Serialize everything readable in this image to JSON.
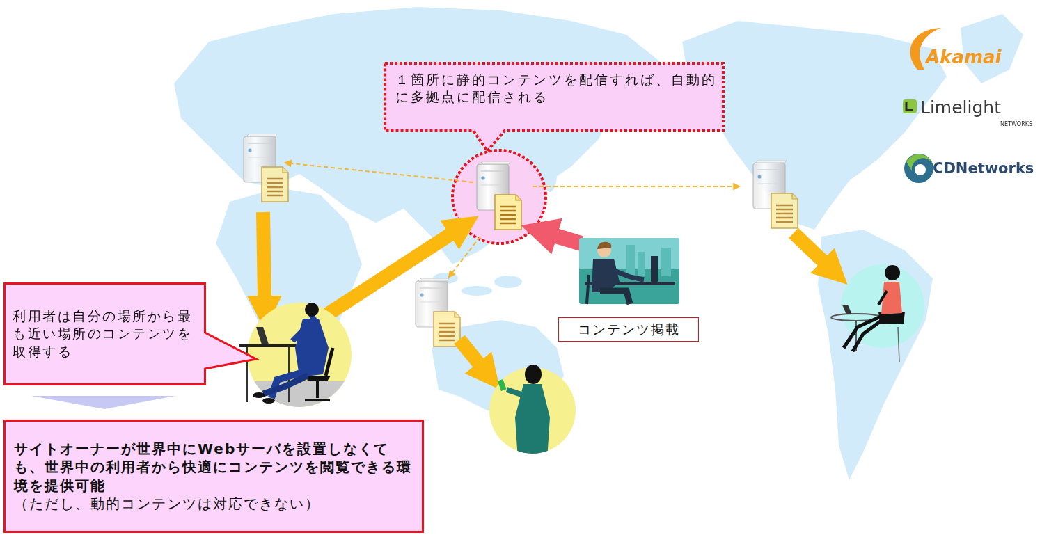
{
  "diagram": {
    "nodes": [
      {
        "text": [
          "１箇所に静的コンテンツを配信すれば、自動的に多拠点に配信される"
        ]
      },
      {
        "text": [
          "コンテンツ掲載"
        ]
      },
      {
        "text": [
          "利用者は自分の場所から最も近い場所のコンテンツを取得する"
        ]
      },
      {
        "text": [
          "サイトオーナーが世界中にWebサーバを設置しなくても、世界中の利用者から快適にコンテンツを閲覧できる環境を提供可能",
          "（ただし、動的コンテンツは対応できない）"
        ]
      }
    ],
    "labels": [
      "Akamai",
      "Limelight",
      "NETWORKS",
      "CDNetworks"
    ]
  }
}
